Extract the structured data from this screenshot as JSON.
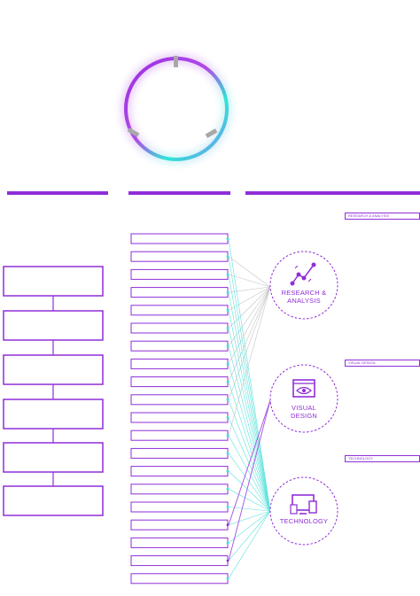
{
  "palette": {
    "purple": "#8f2ed8",
    "cyan": "#2ee6d6",
    "blue": "#7f8cf0",
    "gray": "#a8a8a8",
    "line_gray": "#c4c4c4",
    "line_cyan": "#5ee3dd",
    "line_purple": "#a24de6"
  },
  "hubs": [
    {
      "id": "research",
      "label_line1": "RESEARCH &",
      "label_line2": "ANALYSIS",
      "icon": "line-chart-icon"
    },
    {
      "id": "visual",
      "label_line1": "VISUAL",
      "label_line2": "DESIGN",
      "icon": "browser-eye-icon"
    },
    {
      "id": "technology",
      "label_line1": "TECHNOLOGY",
      "label_line2": "",
      "icon": "devices-icon"
    }
  ],
  "tags": [
    {
      "text": "RESEARCH & ANALYSIS"
    },
    {
      "text": "VISUAL DESIGN"
    },
    {
      "text": "TECHNOLOGY"
    }
  ],
  "skills_count_hint": "20 items, 6 flow steps",
  "connections": [
    {
      "from": 0,
      "to": 2,
      "kind": "cyan"
    },
    {
      "from": 1,
      "to": 0,
      "kind": "gray"
    },
    {
      "from": 1,
      "to": 2,
      "kind": "cyan"
    },
    {
      "from": 2,
      "to": 0,
      "kind": "gray"
    },
    {
      "from": 2,
      "to": 2,
      "kind": "cyan"
    },
    {
      "from": 3,
      "to": 0,
      "kind": "gray"
    },
    {
      "from": 3,
      "to": 2,
      "kind": "cyan"
    },
    {
      "from": 4,
      "to": 0,
      "kind": "gray"
    },
    {
      "from": 4,
      "to": 2,
      "kind": "cyan"
    },
    {
      "from": 5,
      "to": 0,
      "kind": "gray"
    },
    {
      "from": 5,
      "to": 2,
      "kind": "cyan"
    },
    {
      "from": 6,
      "to": 0,
      "kind": "gray"
    },
    {
      "from": 6,
      "to": 2,
      "kind": "cyan"
    },
    {
      "from": 7,
      "to": 0,
      "kind": "gray"
    },
    {
      "from": 7,
      "to": 2,
      "kind": "cyan"
    },
    {
      "from": 8,
      "to": 0,
      "kind": "gray"
    },
    {
      "from": 8,
      "to": 2,
      "kind": "cyan"
    },
    {
      "from": 9,
      "to": 0,
      "kind": "gray"
    },
    {
      "from": 9,
      "to": 2,
      "kind": "cyan"
    },
    {
      "from": 10,
      "to": 2,
      "kind": "cyan"
    },
    {
      "from": 11,
      "to": 0,
      "kind": "gray"
    },
    {
      "from": 11,
      "to": 2,
      "kind": "cyan"
    },
    {
      "from": 12,
      "to": 2,
      "kind": "cyan"
    },
    {
      "from": 13,
      "to": 2,
      "kind": "cyan"
    },
    {
      "from": 14,
      "to": 2,
      "kind": "cyan"
    },
    {
      "from": 15,
      "to": 2,
      "kind": "cyan"
    },
    {
      "from": 16,
      "to": 1,
      "kind": "purple"
    },
    {
      "from": 16,
      "to": 2,
      "kind": "cyan"
    },
    {
      "from": 17,
      "to": 2,
      "kind": "cyan"
    },
    {
      "from": 18,
      "to": 1,
      "kind": "purple"
    },
    {
      "from": 18,
      "to": 2,
      "kind": "cyan"
    },
    {
      "from": 19,
      "to": 2,
      "kind": "cyan"
    }
  ]
}
